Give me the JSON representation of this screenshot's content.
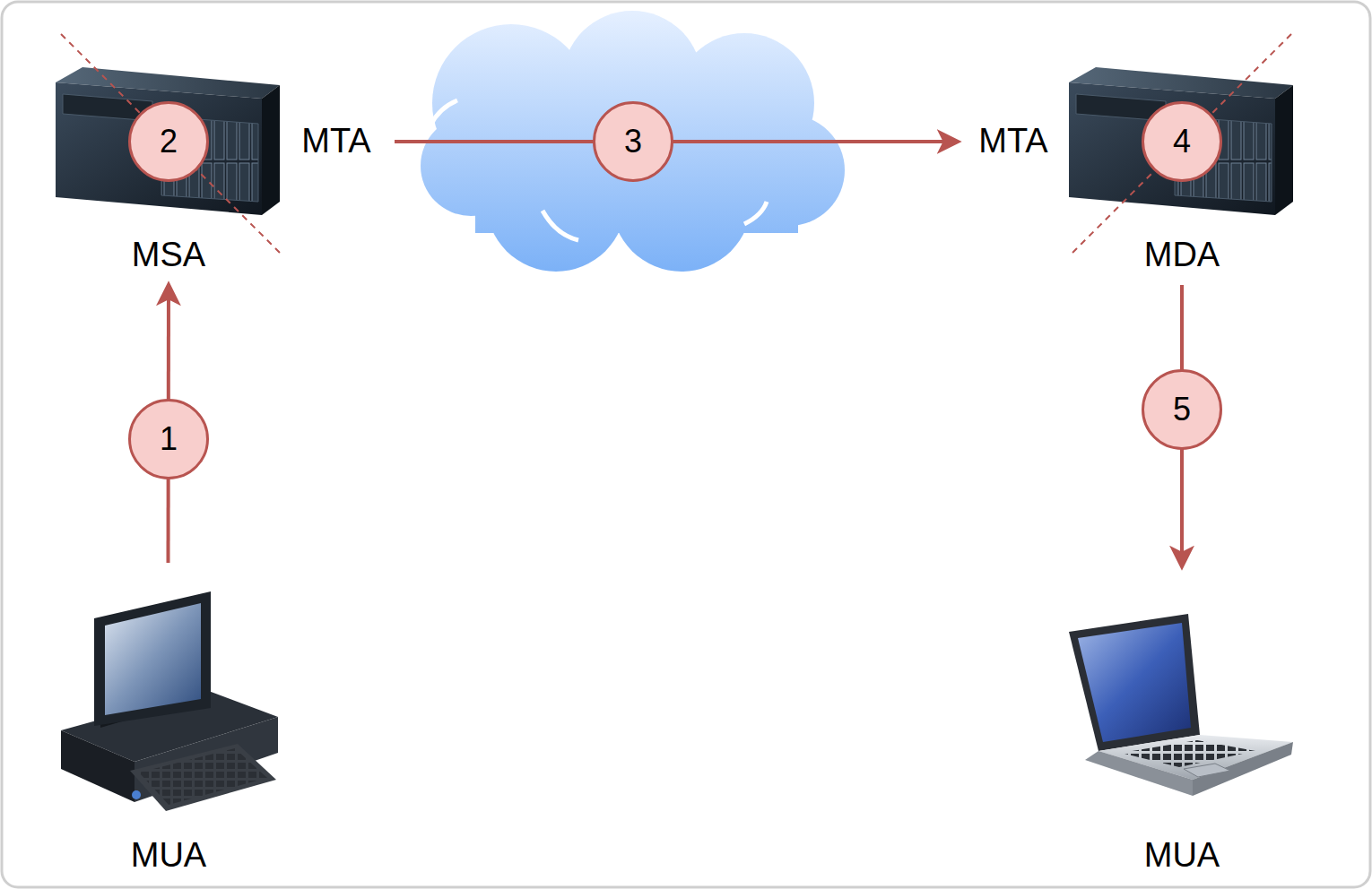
{
  "diagram": {
    "nodes": [
      {
        "text": [
          "MSA",
          "MTA"
        ]
      },
      {
        "text": [
          "MTA",
          "MDA"
        ]
      },
      {
        "text": [
          "MUA"
        ]
      },
      {
        "text": [
          "MUA"
        ]
      }
    ],
    "edges": [
      {
        "from": 2,
        "to": 0,
        "arrow": "to"
      },
      {
        "from": 0,
        "to": 1,
        "arrow": "to"
      },
      {
        "from": 1,
        "to": 3,
        "arrow": "to"
      }
    ],
    "labels": [
      "2",
      "3",
      "4",
      "5",
      "1"
    ]
  }
}
